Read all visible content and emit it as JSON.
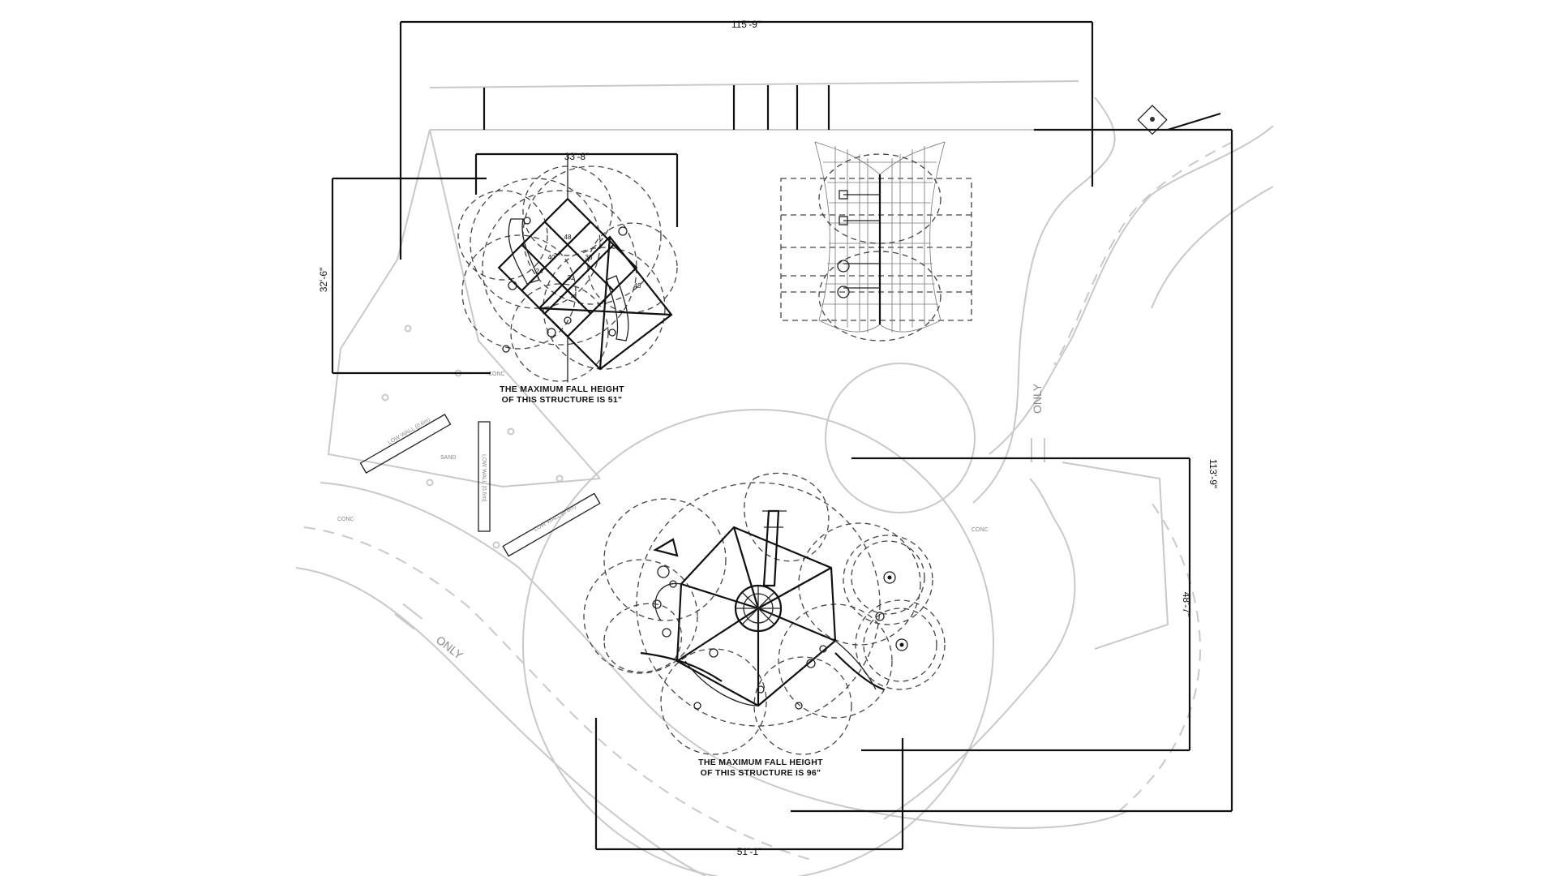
{
  "dimensions": {
    "top_width": "115'-9\"",
    "right_height": "113'-9\"",
    "upper_structure_width": "33'-8\"",
    "upper_structure_depth": "32'-6\"",
    "lower_structure_width": "51'-1\"",
    "lower_structure_depth": "48'-7\""
  },
  "notes": {
    "upper_fall_height_line1": "THE MAXIMUM FALL HEIGHT",
    "upper_fall_height_line2": "OF THIS STRUCTURE IS 51\"",
    "lower_fall_height_line1": "THE MAXIMUM FALL HEIGHT",
    "lower_fall_height_line2": "OF THIS STRUCTURE IS 96\""
  },
  "site_labels": {
    "sand": "SAND",
    "conc_left": "CONC",
    "conc_mid": "CONC",
    "conc_right": "CONC",
    "low_wall_1": "LOW WALL (0.6m)",
    "low_wall_2": "LOW WALL (0.6m)",
    "low_wall_3": "LOW WALL (0.6m)",
    "road_marking_right": "ONLY",
    "road_marking_left": "ONLY"
  },
  "deck_heights": [
    "48",
    "40",
    "32",
    "24",
    "36",
    "48"
  ]
}
